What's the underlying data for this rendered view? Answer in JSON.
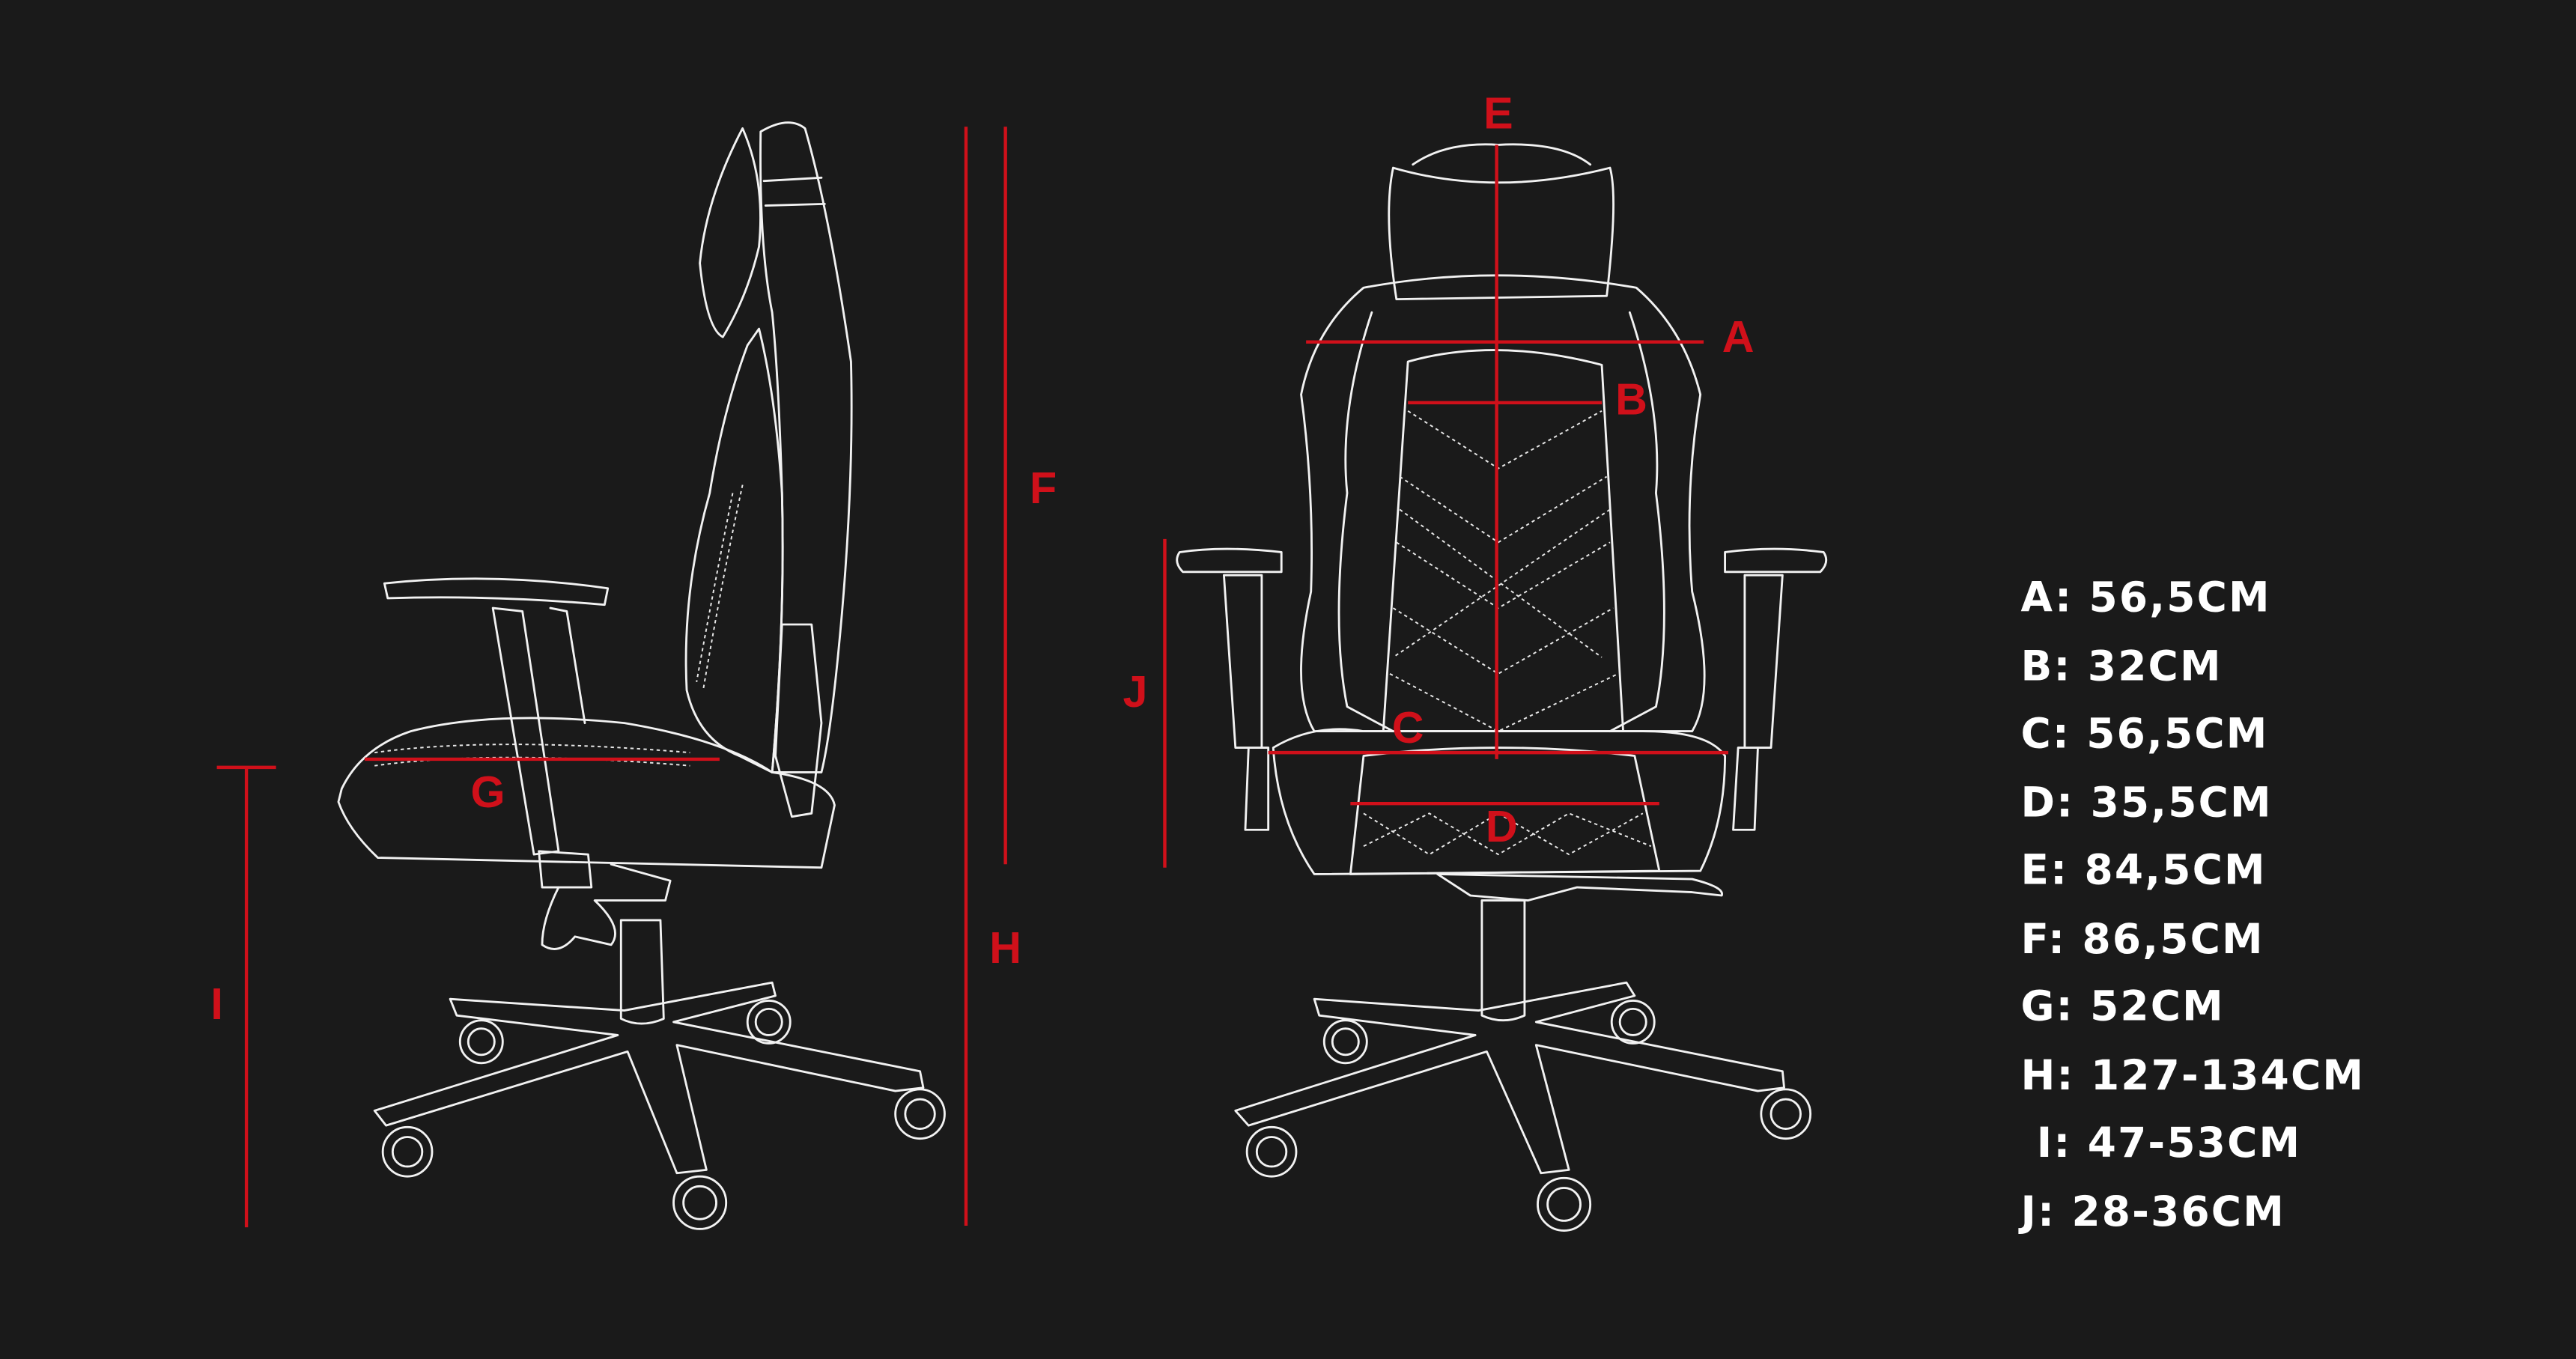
{
  "colors": {
    "background": "#1a1a1a",
    "accent": "#d0101a",
    "outline": "#f2f2f2",
    "text": "#ffffff"
  },
  "labels": {
    "A": "A",
    "B": "B",
    "C": "C",
    "D": "D",
    "E": "E",
    "F": "F",
    "G": "G",
    "H": "H",
    "I": "I",
    "J": "J"
  },
  "legend": [
    "A: 56,5CM",
    "B: 32CM",
    "C: 56,5CM",
    "D: 35,5CM",
    "E: 84,5CM",
    "F: 86,5CM",
    "G: 52CM",
    "H: 127-134CM",
    " I: 47-53CM",
    "J: 28-36CM"
  ]
}
